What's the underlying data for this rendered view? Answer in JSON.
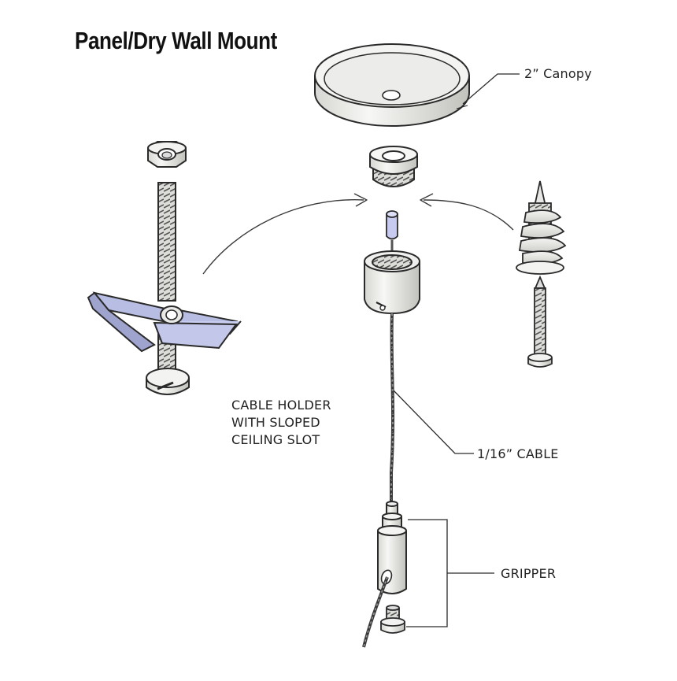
{
  "title": "Panel/Dry Wall Mount",
  "labels": {
    "canopy": "2” Canopy",
    "cable_holder": [
      "CABLE HOLDER",
      "WITH SLOPED",
      "CEILING SLOT"
    ],
    "cable": "1/16” CABLE",
    "gripper": "GRIPPER"
  },
  "colors": {
    "outline": "#2a2a2a",
    "part_fill": "#f0f0ee",
    "part_shade": "#c9c9c5",
    "toggle_wing": "#b8bde3",
    "cap_fill": "#c7cbef"
  }
}
